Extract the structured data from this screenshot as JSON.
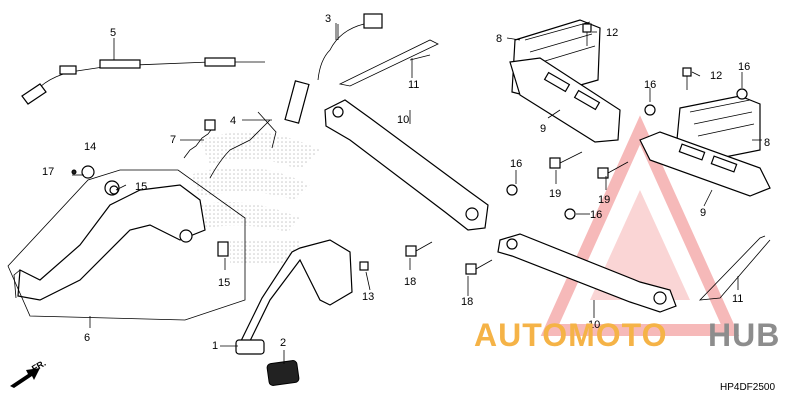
{
  "diagram": {
    "callouts": [
      {
        "id": "c1",
        "label": "1"
      },
      {
        "id": "c2",
        "label": "2"
      },
      {
        "id": "c3",
        "label": "3"
      },
      {
        "id": "c4",
        "label": "4"
      },
      {
        "id": "c5",
        "label": "5"
      },
      {
        "id": "c6",
        "label": "6"
      },
      {
        "id": "c7",
        "label": "7"
      },
      {
        "id": "c8a",
        "label": "8"
      },
      {
        "id": "c8b",
        "label": "8"
      },
      {
        "id": "c9a",
        "label": "9"
      },
      {
        "id": "c9b",
        "label": "9"
      },
      {
        "id": "c10a",
        "label": "10"
      },
      {
        "id": "c10b",
        "label": "10"
      },
      {
        "id": "c11a",
        "label": "11"
      },
      {
        "id": "c11b",
        "label": "11"
      },
      {
        "id": "c12a",
        "label": "12"
      },
      {
        "id": "c12b",
        "label": "12"
      },
      {
        "id": "c13",
        "label": "13"
      },
      {
        "id": "c14",
        "label": "14"
      },
      {
        "id": "c15a",
        "label": "15"
      },
      {
        "id": "c15b",
        "label": "15"
      },
      {
        "id": "c16a",
        "label": "16"
      },
      {
        "id": "c16b",
        "label": "16"
      },
      {
        "id": "c16c",
        "label": "16"
      },
      {
        "id": "c17",
        "label": "17"
      },
      {
        "id": "c18a",
        "label": "18"
      },
      {
        "id": "c18b",
        "label": "18"
      },
      {
        "id": "c19a",
        "label": "19"
      },
      {
        "id": "c19b",
        "label": "19"
      }
    ],
    "direction_label": "FR.",
    "diagram_code": "HP4DF2500"
  },
  "watermark": {
    "part1": "AUTOMOTO",
    "part2": "HUB",
    "color_primary": "#f5b347",
    "color_secondary": "#8d8d8d",
    "logo_color": "#f08080"
  }
}
